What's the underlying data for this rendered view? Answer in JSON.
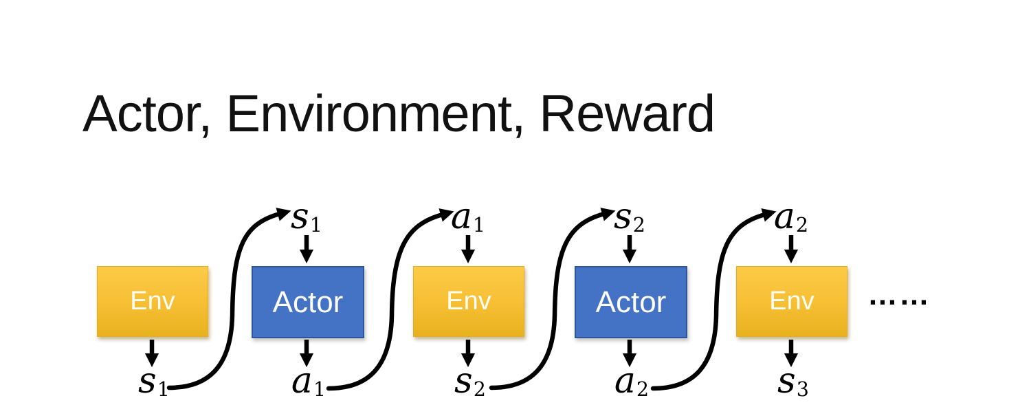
{
  "title": "Actor, Environment, Reward",
  "ellipsis": "……",
  "colors": {
    "env_gradient_top": "#FCCB47",
    "env_gradient_bottom": "#E8B21E",
    "actor_fill": "#4472C4",
    "actor_border": "#2F5597",
    "box_text": "#FFFFFF",
    "arrow": "#000000",
    "title_text": "#111111"
  },
  "boxes": [
    {
      "type": "env",
      "label": "Env",
      "top_input": null,
      "bottom_output": {
        "base": "s",
        "sub": "1"
      }
    },
    {
      "type": "actor",
      "label": "Actor",
      "top_input": {
        "base": "s",
        "sub": "1"
      },
      "bottom_output": {
        "base": "a",
        "sub": "1"
      }
    },
    {
      "type": "env",
      "label": "Env",
      "top_input": {
        "base": "a",
        "sub": "1"
      },
      "bottom_output": {
        "base": "s",
        "sub": "2"
      }
    },
    {
      "type": "actor",
      "label": "Actor",
      "top_input": {
        "base": "s",
        "sub": "2"
      },
      "bottom_output": {
        "base": "a",
        "sub": "2"
      }
    },
    {
      "type": "env",
      "label": "Env",
      "top_input": {
        "base": "a",
        "sub": "2"
      },
      "bottom_output": {
        "base": "s",
        "sub": "3"
      }
    }
  ]
}
